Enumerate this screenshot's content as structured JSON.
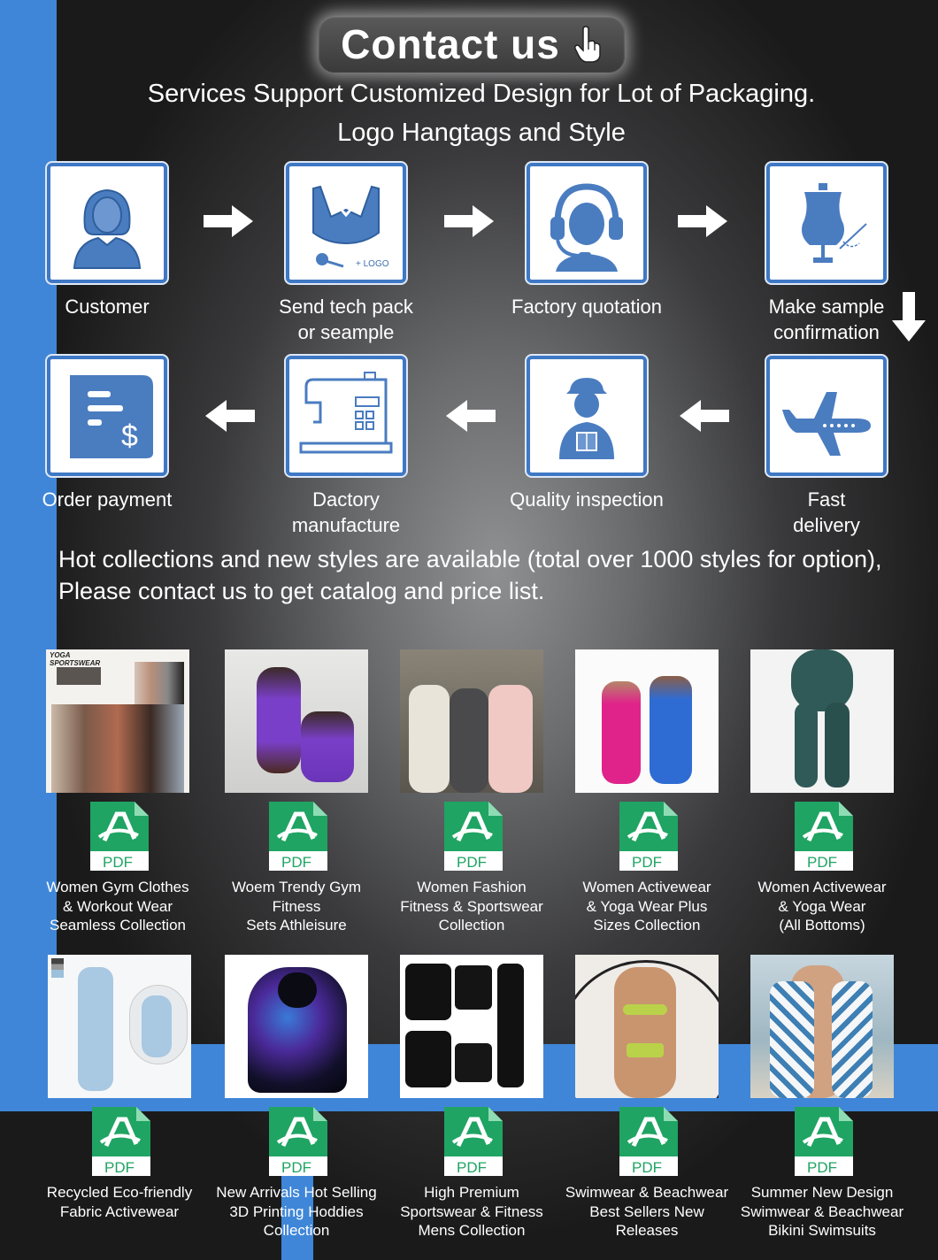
{
  "header": {
    "contact_label": "Contact us",
    "subtitle_line1": "Services Support Customized Design for Lot of Packaging.",
    "subtitle_line2": "Logo Hangtags and Style"
  },
  "process_steps": [
    {
      "label": "Customer",
      "icon": "customer-icon"
    },
    {
      "label": "Send tech pack\nor seample",
      "icon": "sports-bra-logo-icon",
      "icon_text": "+ LOGO"
    },
    {
      "label": "Factory quotation",
      "icon": "headset-agent-icon"
    },
    {
      "label": "Make sample\nconfirmation",
      "icon": "dress-form-icon"
    },
    {
      "label": "Fast\ndelivery",
      "icon": "airplane-icon"
    },
    {
      "label": "Quality inspection",
      "icon": "inspector-icon"
    },
    {
      "label": "Dactory manufacture",
      "icon": "sewing-machine-icon"
    },
    {
      "label": "Order payment",
      "icon": "invoice-dollar-icon"
    }
  ],
  "hot_text": {
    "line1": "Hot collections and new styles are available (total over 1000 styles for option),",
    "line2": "Please contact us to get catalog and price list."
  },
  "pdf_label": "PDF",
  "products": [
    {
      "caption": "Women Gym Clothes\n& Workout Wear\nSeamless Collection",
      "image_text": "YOGA SPORTSWEAR"
    },
    {
      "caption": "Woem Trendy Gym\nFitness\nSets Athleisure"
    },
    {
      "caption": "Women Fashion\nFitness & Sportswear\nCollection"
    },
    {
      "caption": "Women Activewear\n& Yoga Wear Plus\nSizes Collection"
    },
    {
      "caption": "Women Activewear\n& Yoga Wear\n(All Bottoms)"
    },
    {
      "caption": "Recycled Eco-friendly\nFabric Activewear"
    },
    {
      "caption": "New Arrivals Hot Selling\n3D Printing Hoddies\nCollection"
    },
    {
      "caption": "High Premium\nSportswear & Fitness\nMens Collection"
    },
    {
      "caption": "Swimwear & Beachwear\nBest Sellers New\nReleases"
    },
    {
      "caption": "Summer New Design\nSwimwear & Beachwear\nBikini Swimsuits"
    }
  ],
  "colors": {
    "accent_blue": "#3f86d8",
    "icon_blue": "#4a7cc0",
    "pdf_green": "#1fa463"
  }
}
